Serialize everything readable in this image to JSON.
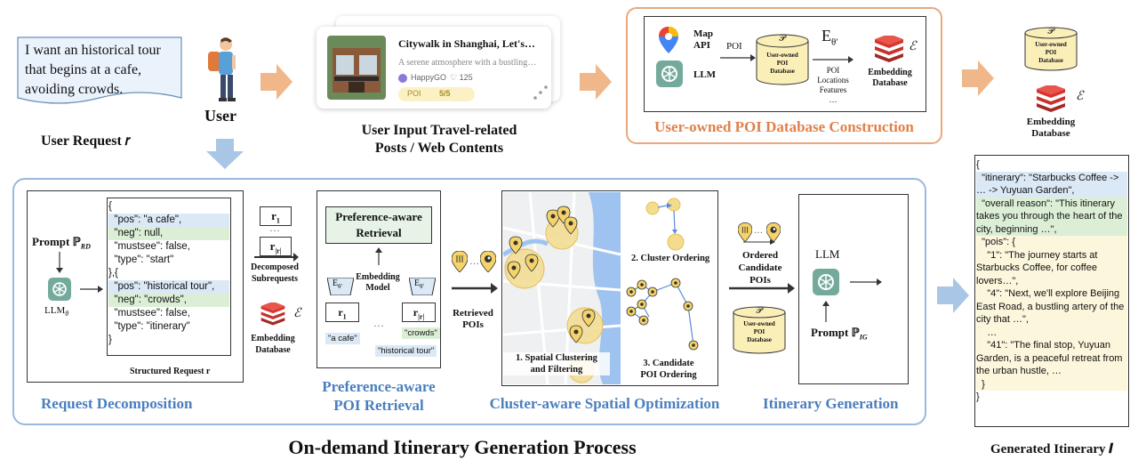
{
  "request": {
    "text": "I want an historical tour that begins at a cafe, avoiding crowds.",
    "user_label": "User",
    "caption": "User Request 𝑟"
  },
  "post": {
    "title": "Citywalk in Shanghai, Let's…",
    "desc": "A serene atmosphere with a bustling…",
    "author": "HappyGO",
    "likes": "♡ 125",
    "poi_label": "POI",
    "poi_count": "5/5",
    "caption_line1": "User Input Travel-related",
    "caption_line2": "Posts / Web Contents"
  },
  "construction": {
    "map_api": "Map\nAPI",
    "llm": "LLM",
    "poi": "POI",
    "db_symbol": "𝒫",
    "db_label": "User-owned\nPOI\nDatabase",
    "embed_fn": "E",
    "embed_sub": "θ′",
    "poi_features": "POI\nLocations\nFeatures\n…",
    "embed_db": "Embedding\nDatabase",
    "embed_symbol": "ℰ",
    "caption": "User-owned POI Database Construction"
  },
  "output_db": {
    "db_symbol": "𝒫",
    "db_label": "User-owned\nPOI\nDatabase",
    "embed_symbol": "ℰ",
    "embed_label": "Embedding\nDatabase"
  },
  "decomposition": {
    "prompt": "Prompt ℙ",
    "prompt_sub": "RD",
    "llm": "LLM",
    "llm_sub": "θ",
    "json_lines": [
      {
        "text": "{",
        "hl": ""
      },
      {
        "text": "  \"pos\": \"a cafe\",",
        "hl": "blue"
      },
      {
        "text": "  \"neg\": null,",
        "hl": "green"
      },
      {
        "text": "  \"mustsee\": false,",
        "hl": ""
      },
      {
        "text": "  \"type\": \"start\"",
        "hl": ""
      },
      {
        "text": "},{",
        "hl": ""
      },
      {
        "text": "  \"pos\": \"historical tour\",",
        "hl": "blue"
      },
      {
        "text": "  \"neg\": \"crowds\",",
        "hl": "green"
      },
      {
        "text": "  \"mustsee\": false,",
        "hl": ""
      },
      {
        "text": "  \"type\": \"itinerary\"",
        "hl": ""
      },
      {
        "text": "}",
        "hl": ""
      }
    ],
    "structured_caption": "Structured Request r",
    "title": "Request Decomposition"
  },
  "subrequests": {
    "r1": "r",
    "r1_sub": "1",
    "dots": "…",
    "rn": "r",
    "rn_sub": "|r|",
    "caption": "Decomposed\nSubrequests",
    "embed_symbol": "ℰ",
    "embed_db": "Embedding\nDatabase"
  },
  "retrieval": {
    "box_title": "Preference-aware\nRetrieval",
    "embed_model": "Embedding\nModel",
    "e_label": "E",
    "e_sub": "θ′",
    "r1": "r",
    "r1_sub": "1",
    "rn": "r",
    "rn_sub": "|r|",
    "dots": "…",
    "tag_cafe": "\"a cafe\"",
    "tag_crowds": "\"crowds\"",
    "tag_hist": "\"historical tour\"",
    "title_line1": "Preference-aware",
    "title_line2": "POI Retrieval"
  },
  "retrieved": {
    "label": "Retrieved\nPOIs",
    "dots": "…"
  },
  "spatial": {
    "step1": "1. Spatial Clustering\nand Filtering",
    "step2": "2. Cluster Ordering",
    "step3": "3. Candidate\nPOI Ordering",
    "title": "Cluster-aware Spatial Optimization"
  },
  "ordered": {
    "label": "Ordered\nCandidate\nPOIs",
    "dots": "…",
    "db_symbol": "𝒫",
    "db_label": "User-owned\nPOI\nDatabase"
  },
  "generation": {
    "llm": "LLM",
    "prompt": "Prompt ℙ",
    "prompt_sub": "IG",
    "title": "Itinerary Generation"
  },
  "process_title": "On-demand Itinerary Generation Process",
  "itinerary": {
    "lines": [
      {
        "text": "{",
        "hl": ""
      },
      {
        "text": "  \"itinerary\": \"Starbucks Coffee -> … -> Yuyuan Garden\",",
        "hl": "blue"
      },
      {
        "text": "  \"overall reason\": \"This itinerary takes you through the heart of the city, beginning …\",",
        "hl": "green"
      },
      {
        "text": "  \"pois\": {",
        "hl": "yellow"
      },
      {
        "text": "    \"1\": \"The journey starts at Starbucks Coffee, for coffee lovers…\",",
        "hl": "yellow"
      },
      {
        "text": "    \"4\": \"Next, we'll explore Beijing East Road, a bustling artery of the city that …\",",
        "hl": "yellow"
      },
      {
        "text": "    …",
        "hl": "yellow"
      },
      {
        "text": "    \"41\": \"The final stop, Yuyuan Garden, is a peaceful retreat from the urban hustle, …",
        "hl": "yellow"
      },
      {
        "text": "  }",
        "hl": "yellow"
      },
      {
        "text": "}",
        "hl": ""
      }
    ],
    "caption": "Generated Itinerary 𝑰"
  },
  "colors": {
    "accent_blue": "#4a7fbf",
    "panel_border": "#9bb9dc",
    "orange_border": "#e8a87c",
    "arrow_orange": "#f0b88a",
    "arrow_blue": "#a9c6e6",
    "redis": "#d8342c",
    "cyl_fill": "#fbefb8"
  }
}
